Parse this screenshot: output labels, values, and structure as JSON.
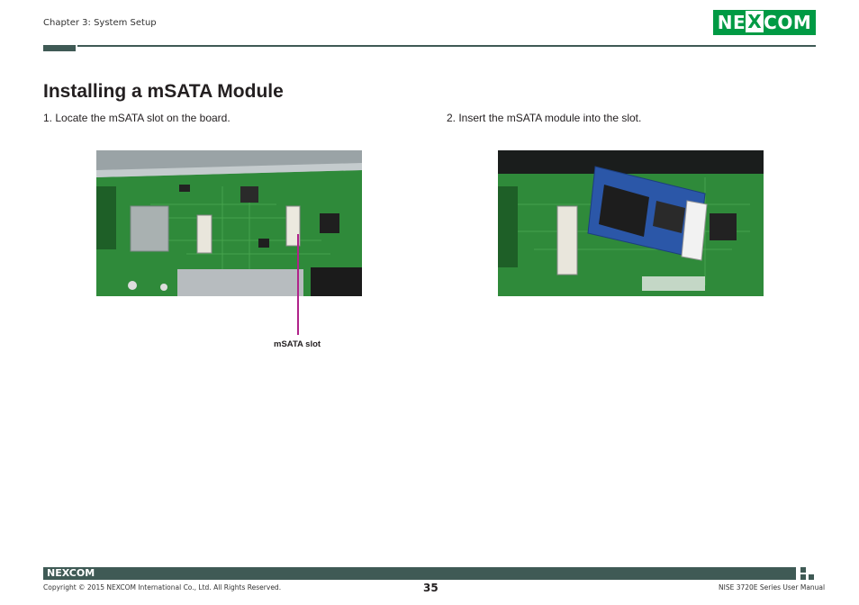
{
  "header": {
    "chapter": "Chapter 3: System Setup",
    "logo_text_left": "NE",
    "logo_text_x": "X",
    "logo_text_right": "COM"
  },
  "title": "Installing a mSATA Module",
  "steps": [
    "1. Locate the mSATA slot on the board.",
    "2. Insert the mSATA module into the slot."
  ],
  "callout": {
    "label": "mSATA slot",
    "color": "#b0238a"
  },
  "footer": {
    "logo_text": "NEXCOM",
    "copyright": "Copyright © 2015 NEXCOM International Co., Ltd. All Rights Reserved.",
    "page_number": "35",
    "manual_title": "NISE 3720E Series User Manual"
  },
  "colors": {
    "brand_green": "#009a44",
    "rule_dark_teal": "#3f5a55",
    "board_green": "#2f8a3a"
  },
  "images": [
    {
      "name": "board-photo-msata-slot",
      "depicts": "circuit board with empty mSATA slot"
    },
    {
      "name": "board-photo-msata-inserted",
      "depicts": "mSATA module inserted into slot"
    }
  ]
}
